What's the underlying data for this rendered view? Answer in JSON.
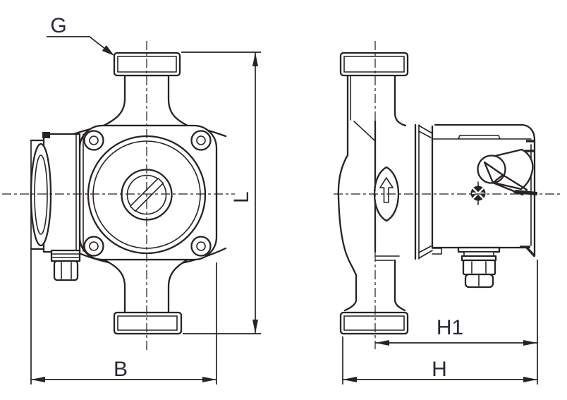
{
  "drawing": {
    "title": "circulation-pump-dimension-drawing",
    "background": "#ffffff",
    "line_color": "#272321",
    "label_color": "#262a33",
    "views": {
      "front_view": "pump front view with threaded ports, flange plate, motor housing and terminal box",
      "side_view": "pump side view with volute, control box, selector knob and vent screw"
    },
    "labels": {
      "g": "G",
      "l": "L",
      "b": "B",
      "h1": "H1",
      "h": "H"
    },
    "icons": {
      "flow_arrow": "up-arrow-flow-direction",
      "vent_screw": "slotted-vent-screw",
      "selector_knob": "speed-selector-knob",
      "leader_arrow": "filled-leader-arrowhead"
    }
  }
}
